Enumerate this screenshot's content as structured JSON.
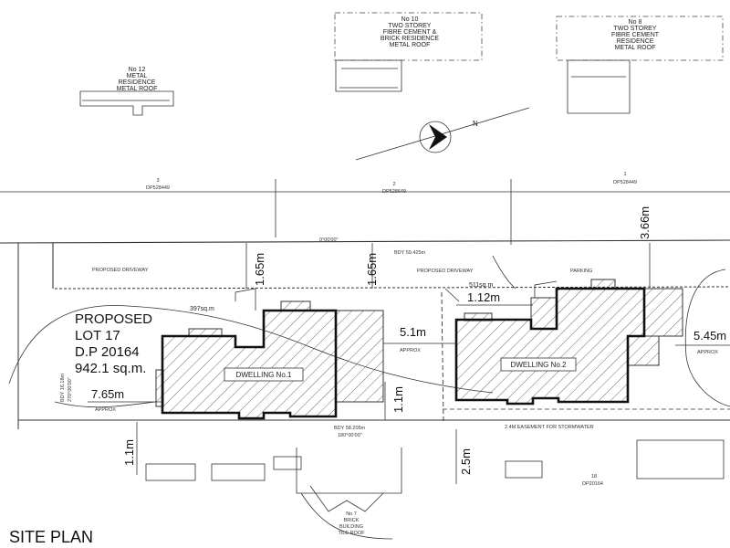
{
  "neighbours": {
    "n12": [
      "No 12",
      "METAL",
      "RESIDENCE",
      "METAL ROOF"
    ],
    "n10": [
      "No 10",
      "TWO STOREY",
      "FIBRE CEMENT &",
      "BRICK RESIDENCE",
      "METAL ROOF"
    ],
    "n8": [
      "No 8",
      "TWO STOREY",
      "FIBRE CEMENT",
      "RESIDENCE",
      "METAL ROOF"
    ],
    "n7": [
      "No 7",
      "BRICK",
      "BUILDING",
      "TILE ROOF"
    ]
  },
  "lots": {
    "lot3": {
      "num": "3",
      "dp": "DP528449"
    },
    "lot2": {
      "num": "2",
      "dp": "DP528649"
    },
    "lot1": {
      "num": "1",
      "dp": "DP528449"
    },
    "lot18": {
      "num": "18",
      "dp": "DP20164"
    }
  },
  "labels": {
    "driveway_left": "PROPOSED DRIVEWAY",
    "driveway_right": "PROPOSED DRIVEWAY",
    "parking": "PARKING",
    "bearing_top": "0°00'00\"",
    "bdy_top": "BDY 59.425m",
    "bdy_bottom": "BDY 58.205m",
    "bearing_bottom": "180°00'00\"",
    "area_left": "397sq.m",
    "area_right": "511sq.m",
    "easement": "2.4M EASEMENT FOR STORMWATER",
    "approx_1": "APPROX",
    "approx_2": "APPROX",
    "approx_3": "APPROX",
    "bdy_left": "BDY 16.18m",
    "bearing_left": "270°00'00\"",
    "north": "N"
  },
  "lot17": {
    "line1": "PROPOSED",
    "line2": "LOT 17",
    "line3": "D.P 20164",
    "line4": "942.1 sq.m."
  },
  "dwellings": {
    "d1": "DWELLING No.1",
    "d2": "DWELLING No.2"
  },
  "dimensions": {
    "d_366": "3.66m",
    "d_165a": "1.65m",
    "d_165b": "1.65m",
    "d_112": "1.12m",
    "d_51": "5.1m",
    "d_545": "5.45m",
    "d_765": "7.65m",
    "d_11a": "1.1m",
    "d_11b": "1.1m",
    "d_25": "2.5m"
  },
  "title": "SITE PLAN"
}
